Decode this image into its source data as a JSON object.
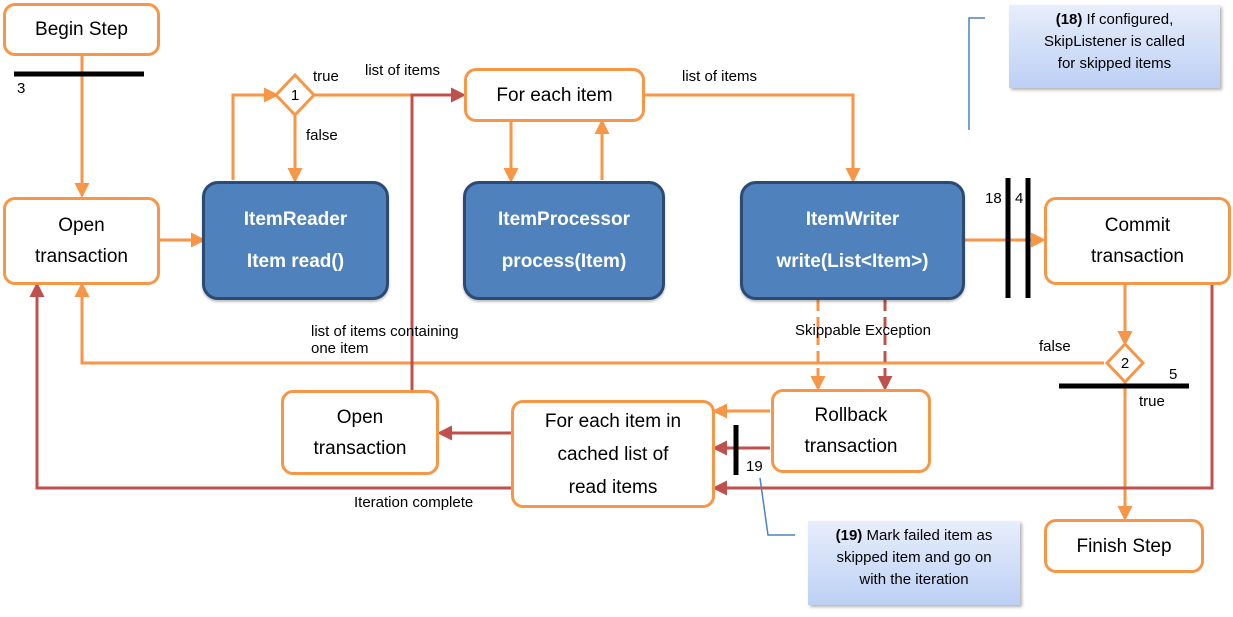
{
  "boxes": {
    "begin_step": "Begin Step",
    "open_transaction": "Open\ntransaction",
    "for_each_item": "For each item",
    "commit_transaction": "Commit\ntransaction",
    "finish_step": "Finish Step",
    "open_transaction_2": "Open\ntransaction",
    "for_each_cached": "For each item in\ncached list of\nread items",
    "rollback_transaction": "Rollback\ntransaction"
  },
  "components": {
    "item_reader": {
      "title": "ItemReader",
      "method": "Item read()"
    },
    "item_processor": {
      "title": "ItemProcessor",
      "method": "process(Item)"
    },
    "item_writer": {
      "title": "ItemWriter",
      "method": "write(List<Item>)"
    }
  },
  "decisions": {
    "d1": "1",
    "d2": "2"
  },
  "labels": {
    "true_1": "true",
    "list_of_items_1": "list of items",
    "list_of_items_2": "list of items",
    "false_1": "false",
    "skippable_exception": "Skippable Exception",
    "list_containing_one": "list of items containing\none item",
    "false_2": "false",
    "true_2": "true",
    "iteration_complete": "Iteration complete"
  },
  "markers": {
    "m3": "3",
    "m18": "18",
    "m4": "4",
    "m5": "5",
    "m19": "19"
  },
  "notes": {
    "n18": {
      "key": "(18)",
      "text": " If configured,\nSkipListener is called\nfor skipped items"
    },
    "n19": {
      "key": "(19)",
      "text": " Mark failed item as\nskipped item and go on\nwith the iteration"
    }
  },
  "colors": {
    "orange": "#F79646",
    "red": "#C0504D",
    "blue": "#4F81BD",
    "note": "#BCD0F5"
  }
}
